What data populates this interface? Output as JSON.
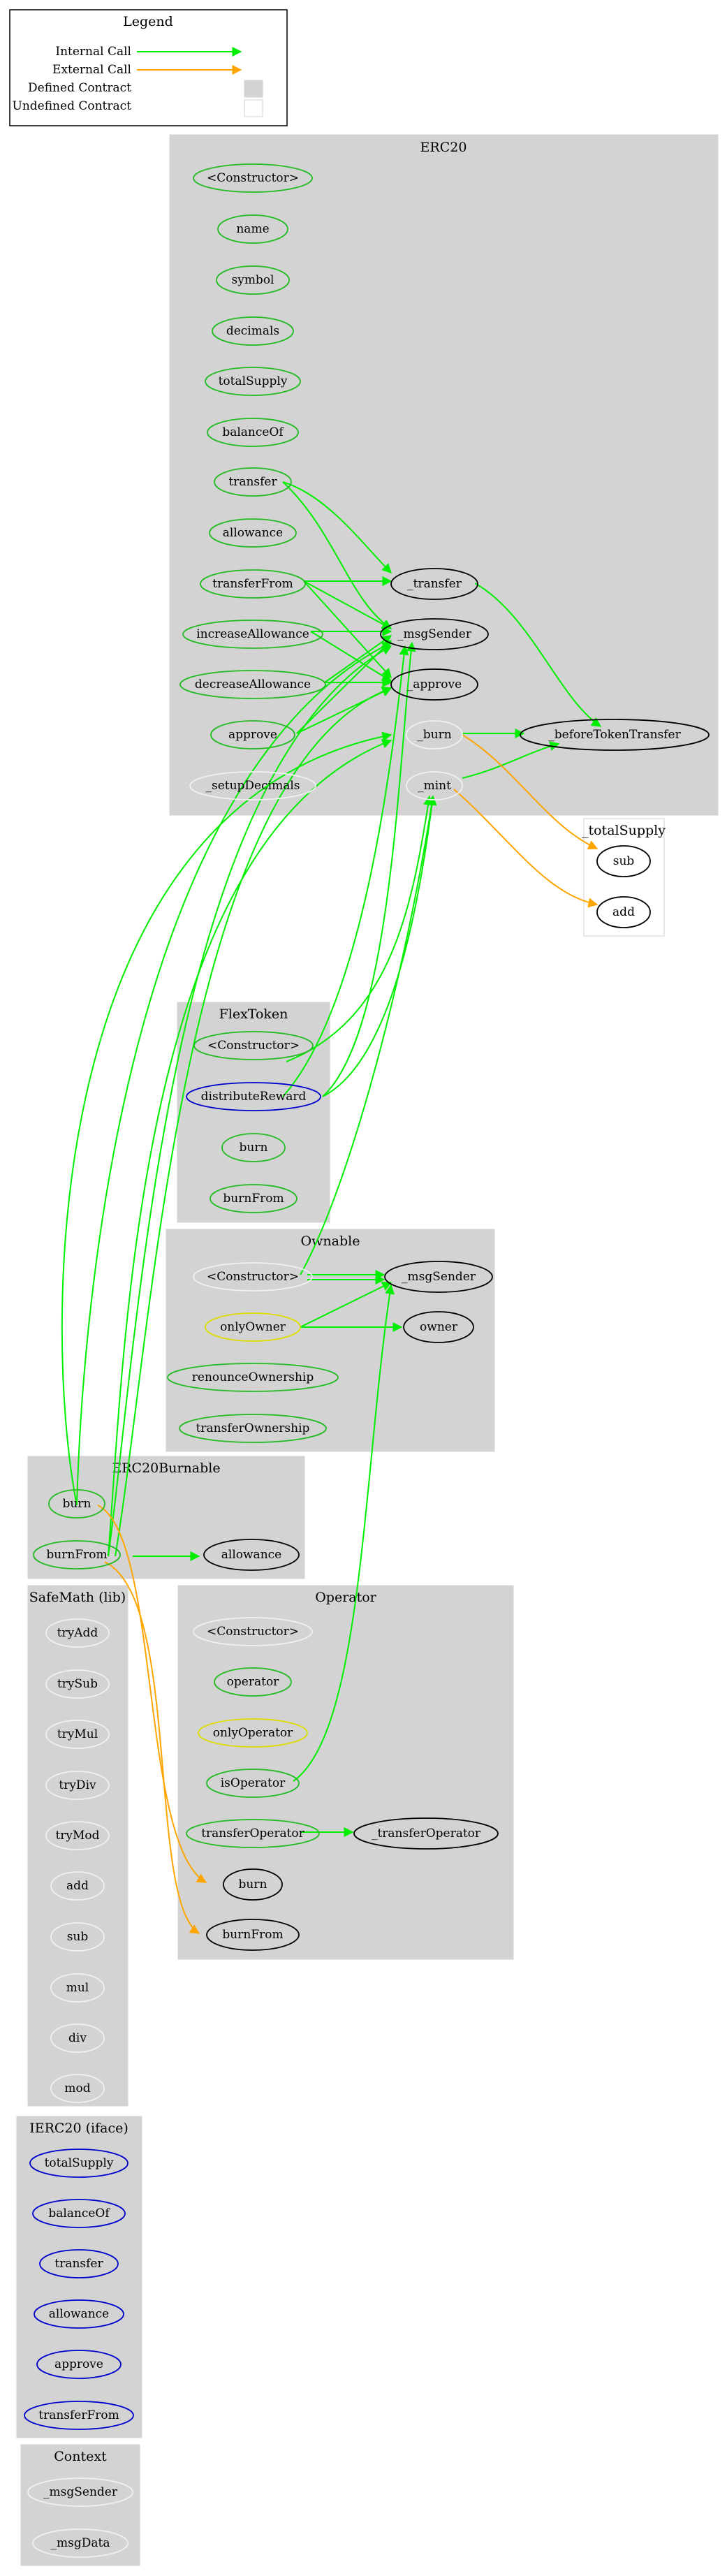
{
  "legend": {
    "title": "Legend",
    "internal_call": "Internal Call",
    "external_call": "External Call",
    "defined_contract": "Defined Contract",
    "undefined_contract": "Undefined Contract"
  },
  "colors": {
    "internal": "#00ee00",
    "external": "#ffa500",
    "public": "#22bb22",
    "interface": "#0000cc",
    "modifier": "#dddd00",
    "internal_fn": "#f0f0f0",
    "undefined": "#000000",
    "cluster": "#d3d3d3"
  },
  "clusters": {
    "erc20": "ERC20",
    "total_supply": "_totalSupply",
    "flextoken": "FlexToken",
    "ownable": "Ownable",
    "erc20burnable": "ERC20Burnable",
    "safemath": "SafeMath  (lib)",
    "operator": "Operator",
    "ierc20": "IERC20  (iface)",
    "context": "Context"
  },
  "nodes": {
    "erc20_constructor": "<Constructor>",
    "erc20_name": "name",
    "erc20_symbol": "symbol",
    "erc20_decimals": "decimals",
    "erc20_totalsupply": "totalSupply",
    "erc20_balanceof": "balanceOf",
    "erc20_transfer": "transfer",
    "erc20_allowance": "allowance",
    "erc20_transferfrom": "transferFrom",
    "erc20_increaseallowance": "increaseAllowance",
    "erc20_decreaseallowance": "decreaseAllowance",
    "erc20_approve": "approve",
    "erc20_setupdecimals": "_setupDecimals",
    "erc20_int_transfer": "_transfer",
    "erc20_msgsender": "_msgSender",
    "erc20_int_approve": "_approve",
    "erc20_burn": "_burn",
    "erc20_mint": "_mint",
    "erc20_beforetokentransfer": "_beforeTokenTransfer",
    "ts_sub": "sub",
    "ts_add": "add",
    "flex_constructor": "<Constructor>",
    "flex_distributereward": "distributeReward",
    "flex_burn": "burn",
    "flex_burnfrom": "burnFrom",
    "own_constructor": "<Constructor>",
    "own_onlyowner": "onlyOwner",
    "own_renounce": "renounceOwnership",
    "own_transferownership": "transferOwnership",
    "own_msgsender": "_msgSender",
    "own_owner": "owner",
    "burnable_burn": "burn",
    "burnable_burnfrom": "burnFrom",
    "burnable_allowance": "allowance",
    "sm_tryadd": "tryAdd",
    "sm_trysub": "trySub",
    "sm_trymul": "tryMul",
    "sm_trydiv": "tryDiv",
    "sm_trymod": "tryMod",
    "sm_add": "add",
    "sm_sub": "sub",
    "sm_mul": "mul",
    "sm_div": "div",
    "sm_mod": "mod",
    "op_constructor": "<Constructor>",
    "op_operator": "operator",
    "op_onlyoperator": "onlyOperator",
    "op_isoperator": "isOperator",
    "op_transferoperator": "transferOperator",
    "op_int_transferoperator": "_transferOperator",
    "op_burn": "burn",
    "op_burnfrom": "burnFrom",
    "ie_totalsupply": "totalSupply",
    "ie_balanceof": "balanceOf",
    "ie_transfer": "transfer",
    "ie_allowance": "allowance",
    "ie_approve": "approve",
    "ie_transferfrom": "transferFrom",
    "ctx_msgsender": "_msgSender",
    "ctx_msgdata": "_msgData"
  }
}
